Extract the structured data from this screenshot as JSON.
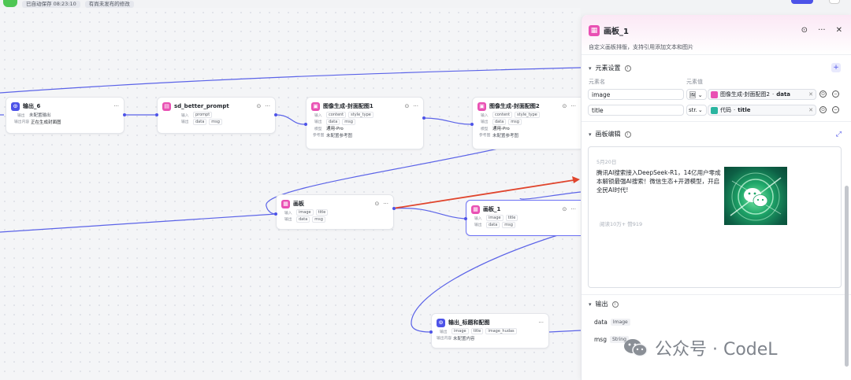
{
  "topbar": {
    "autosave": "已自动保存 08:23:10",
    "unpublished": "有尚未发布的修改"
  },
  "nodes": {
    "output6": {
      "title": "输出_6",
      "row1_key": "输出",
      "row1_val": "未配置输出",
      "row2_key": "输出内容",
      "row2_val": "正在生成封面图"
    },
    "sd_prompt": {
      "title": "sd_better_prompt",
      "row1_key": "输入",
      "row1_val": "prompt",
      "row2_key": "输出",
      "row2_val1": "data",
      "row2_val2": "msg"
    },
    "imggen1": {
      "title": "图像生成-封面配图1",
      "row1_key": "输入",
      "row1_val1": "content",
      "row1_val2": "style_type",
      "row2_key": "输出",
      "row2_val1": "data",
      "row2_val2": "msg",
      "row3_key": "模型",
      "row3_val": "通用-Pro",
      "row4_key": "参考图",
      "row4_val": "未配置参考图"
    },
    "imggen2": {
      "title": "图像生成-封面配图2",
      "row1_key": "输入",
      "row1_val1": "content",
      "row1_val2": "style_type",
      "row2_key": "输出",
      "row2_val1": "data",
      "row2_val2": "msg",
      "row3_key": "模型",
      "row3_val": "通用-Pro",
      "row4_key": "参考图",
      "row4_val": "未配置参考图"
    },
    "board": {
      "title": "画板",
      "row1_key": "输入",
      "row1_val1": "image",
      "row1_val2": "title",
      "row2_key": "输出",
      "row2_val1": "data",
      "row2_val2": "msg"
    },
    "board1": {
      "title": "画板_1",
      "row1_key": "输入",
      "row1_val1": "image",
      "row1_val2": "title",
      "row2_key": "输出",
      "row2_val1": "data",
      "row2_val2": "msg"
    },
    "output_title": {
      "title": "输出_标题和配图",
      "row1_key": "输出",
      "row1_val1": "image",
      "row1_val2": "title",
      "row1_val3": "image_hudas",
      "row2_key": "输出内容",
      "row2_val": "未配置内容"
    }
  },
  "panel": {
    "title": "画板_1",
    "desc": "自定义画板排版，支持引用添加文本和图片",
    "elements": {
      "section_title": "元素设置",
      "col_name": "元素名",
      "col_value": "元素值",
      "rows": [
        {
          "name": "image",
          "type": "🖼",
          "ref_node": "图像生成-封面配图2",
          "ref_field": "data"
        },
        {
          "name": "title",
          "type": "str.",
          "ref_node": "代码",
          "ref_field": "title"
        }
      ]
    },
    "canvas": {
      "section_title": "画板编辑",
      "date": "5月20日",
      "text": "腾讯AI搜索接入DeepSeek-R1，14亿用户零成本解锁最强AI搜索！微信生态+开源模型，开启全民AI时代!",
      "meta": "阅读10万+  赞919"
    },
    "output": {
      "section_title": "输出",
      "rows": [
        {
          "name": "data",
          "type": "Image"
        },
        {
          "name": "msg",
          "type": "String"
        }
      ]
    }
  },
  "watermark": "公众号 · CodeL",
  "colors": {
    "accent": "#4d53e8",
    "pink": "#e950b3",
    "wire": "#5b63e8",
    "arrow": "#e0452d"
  }
}
